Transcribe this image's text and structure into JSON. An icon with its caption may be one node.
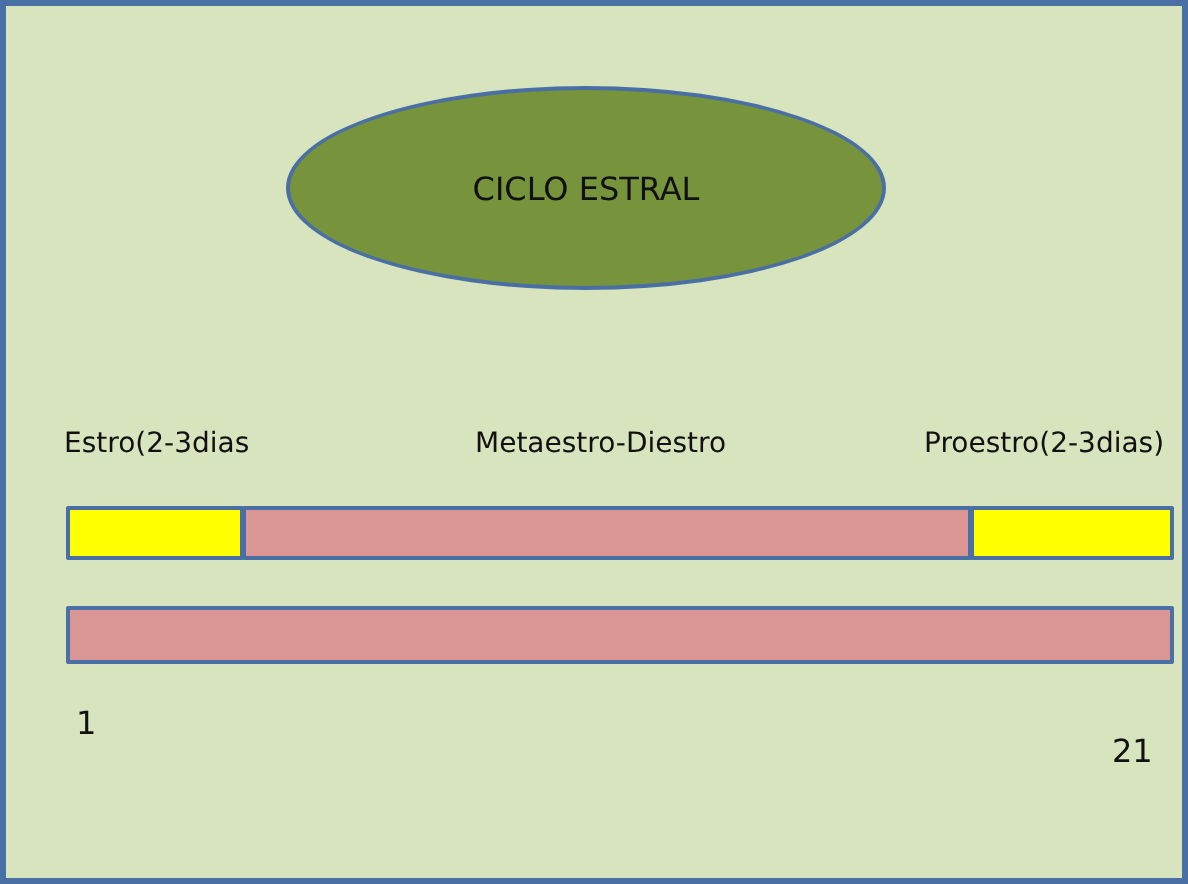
{
  "diagram": {
    "nodes": [
      {
        "text": [],
        "shape": "box"
      },
      {
        "text": [
          "CICLO ESTRAL"
        ],
        "in": 0
      },
      {
        "text": [],
        "shape": "bar",
        "in": 0,
        "beside": [
          "Estro(2-3dias"
        ]
      },
      {
        "text": [],
        "shape": "bar",
        "in": 0,
        "beside": [
          "Metaestro-Diestro"
        ]
      },
      {
        "text": [],
        "shape": "bar",
        "in": 0,
        "beside": [
          "Proestro(2-3dias)"
        ]
      },
      {
        "text": [],
        "shape": "bar",
        "in": 0
      }
    ],
    "labels": [
      "1",
      "21"
    ]
  }
}
